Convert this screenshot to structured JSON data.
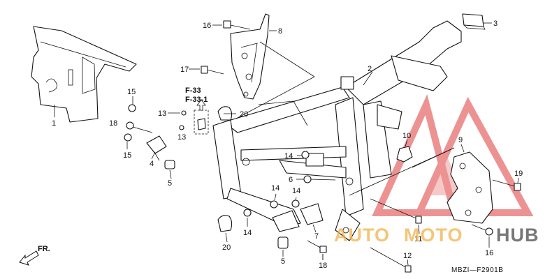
{
  "diagram": {
    "callouts": [
      {
        "id": "1",
        "text": "1"
      },
      {
        "id": "2",
        "text": "2"
      },
      {
        "id": "3",
        "text": "3"
      },
      {
        "id": "4",
        "text": "4"
      },
      {
        "id": "5a",
        "text": "5"
      },
      {
        "id": "5b",
        "text": "5"
      },
      {
        "id": "6",
        "text": "6"
      },
      {
        "id": "7",
        "text": "7"
      },
      {
        "id": "8",
        "text": "8"
      },
      {
        "id": "9",
        "text": "9"
      },
      {
        "id": "10",
        "text": "10"
      },
      {
        "id": "11",
        "text": "11"
      },
      {
        "id": "12",
        "text": "12"
      },
      {
        "id": "13a",
        "text": "13"
      },
      {
        "id": "13b",
        "text": "13"
      },
      {
        "id": "14a",
        "text": "14"
      },
      {
        "id": "14b",
        "text": "14"
      },
      {
        "id": "14c",
        "text": "14"
      },
      {
        "id": "14d",
        "text": "14"
      },
      {
        "id": "15a",
        "text": "15"
      },
      {
        "id": "15b",
        "text": "15"
      },
      {
        "id": "16a",
        "text": "16"
      },
      {
        "id": "16b",
        "text": "16"
      },
      {
        "id": "17",
        "text": "17"
      },
      {
        "id": "18a",
        "text": "18"
      },
      {
        "id": "18b",
        "text": "18"
      },
      {
        "id": "19",
        "text": "19"
      },
      {
        "id": "20a",
        "text": "20"
      },
      {
        "id": "20b",
        "text": "20"
      }
    ],
    "reference_labels": [
      "F-33",
      "F-33-1"
    ],
    "front_label": "FR.",
    "diagram_code": "MBZI—F2901B"
  },
  "watermark": {
    "text_auto": "AUTO",
    "text_moto": "MOTO",
    "text_hub": "HUB",
    "color_red": "#e24b4b",
    "color_orange": "#f2b24a",
    "color_dark": "#4a4a4a"
  }
}
